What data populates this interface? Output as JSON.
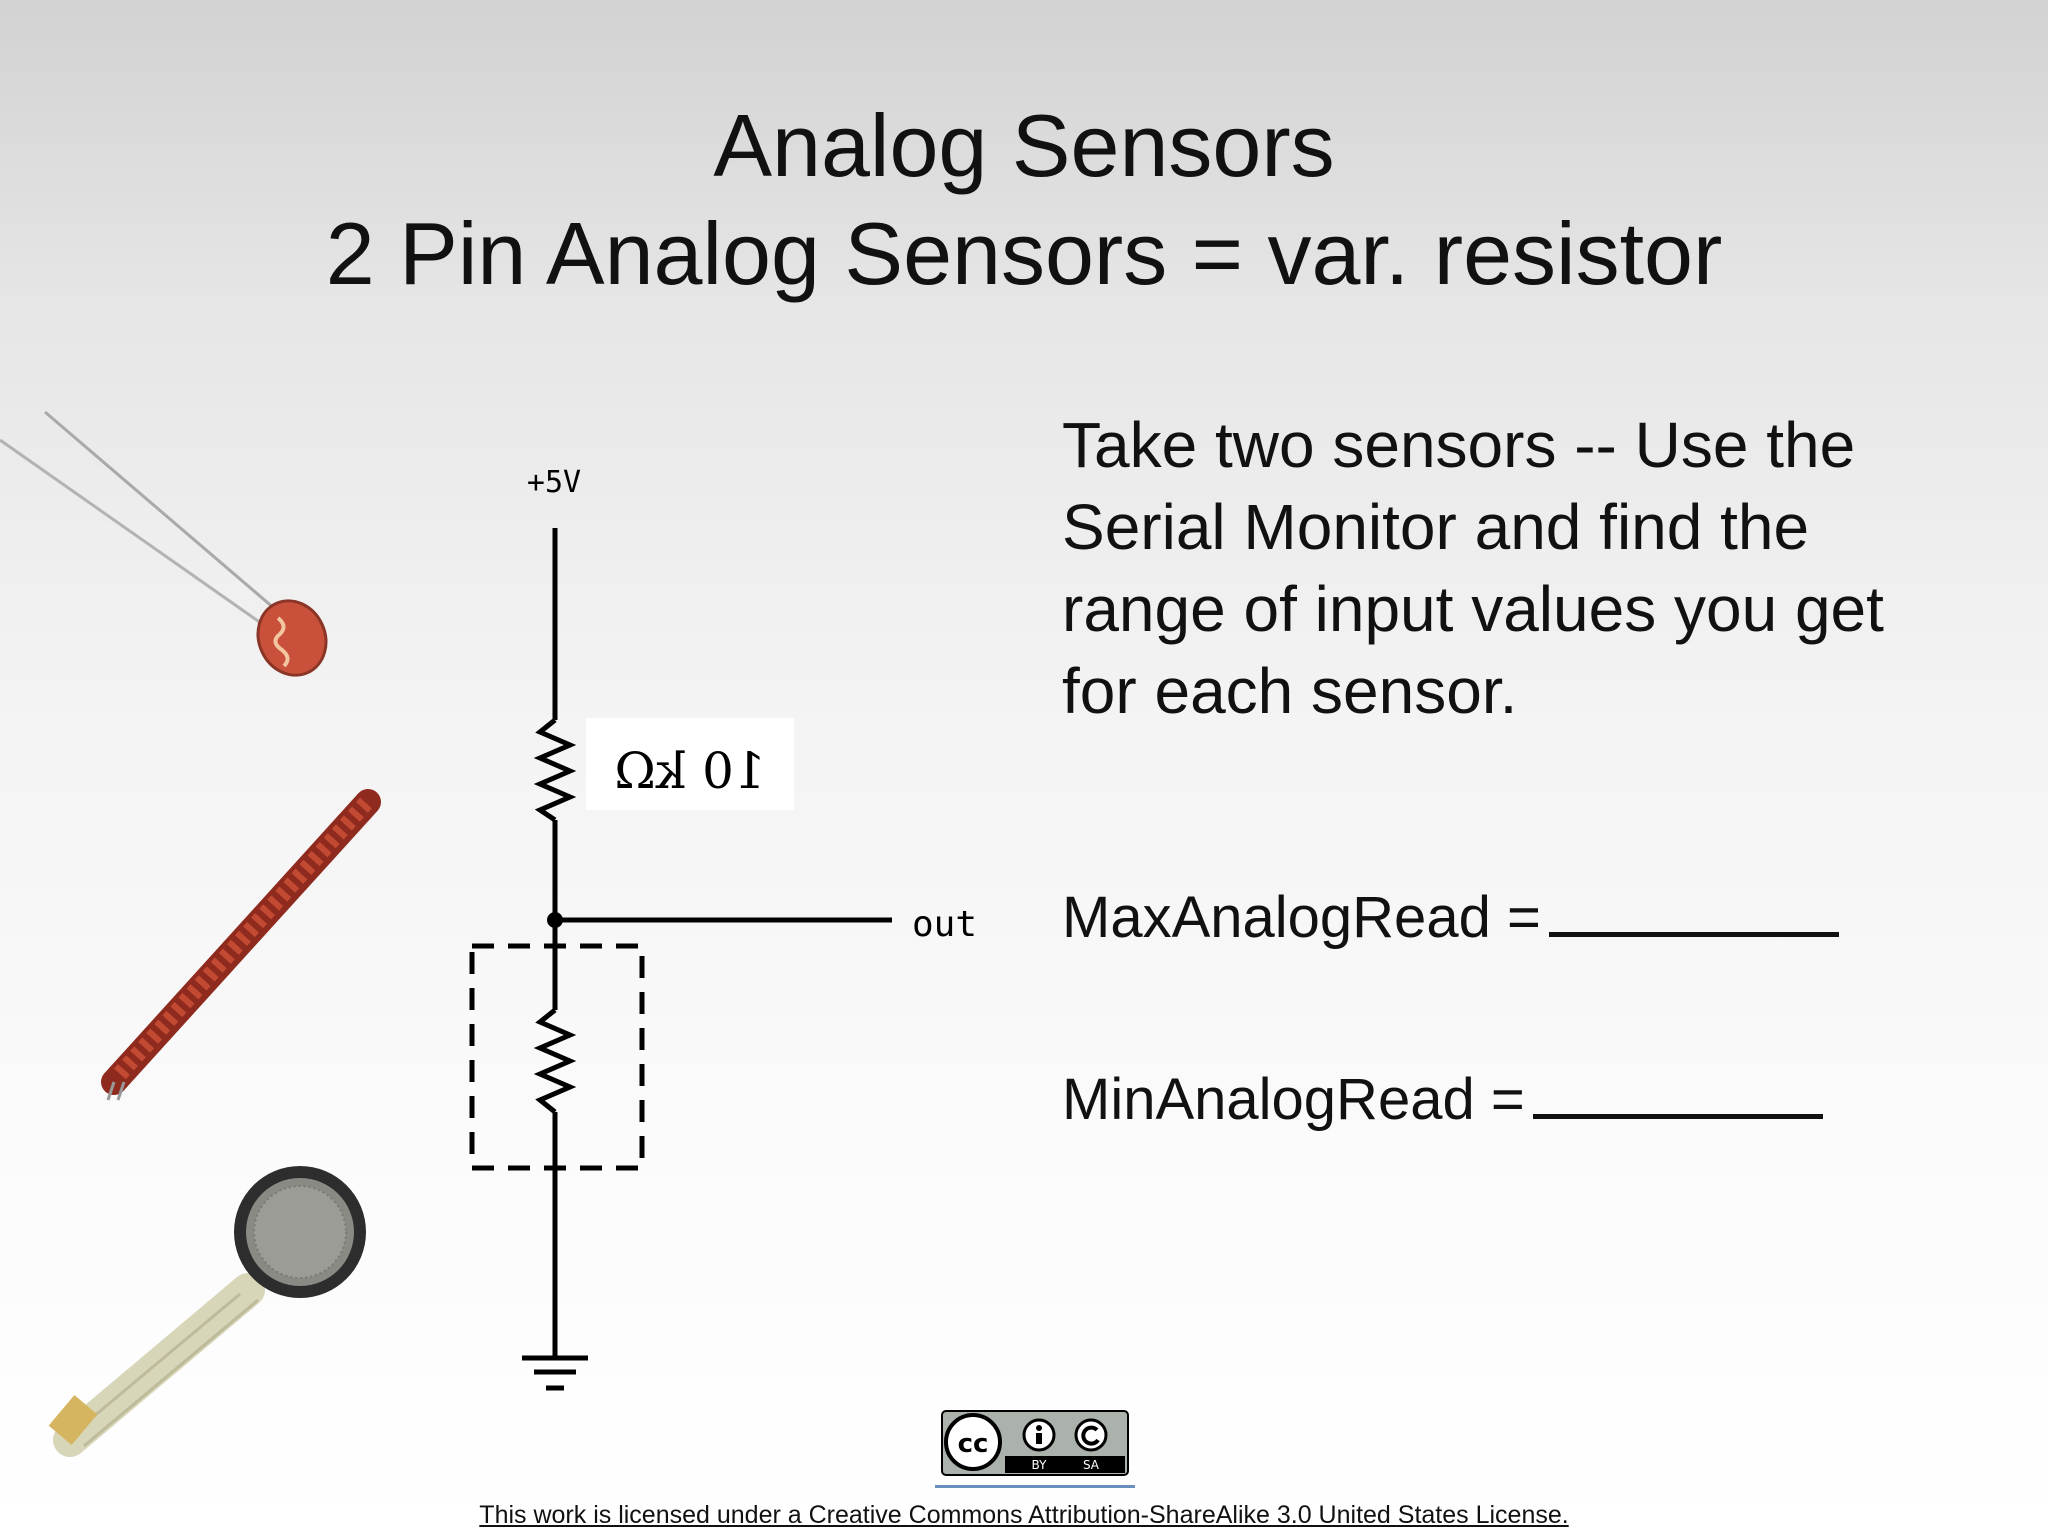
{
  "title": {
    "line1": "Analog Sensors",
    "line2": "2 Pin Analog Sensors = var. resistor"
  },
  "circuit": {
    "supply_label": "+5V",
    "resistor_label": "10 kΩ",
    "output_label": "out"
  },
  "instructions": {
    "text": "Take two sensors -- Use the Serial Monitor and find the range of input values you get for each sensor."
  },
  "readings": {
    "max_label": "MaxAnalogRead =",
    "min_label": "MinAnalogRead ="
  },
  "cc_badge": {
    "by": "BY",
    "sa": "SA"
  },
  "license": {
    "text": "This work is licensed under a Creative Commons Attribution-ShareAlike 3.0 United States License."
  }
}
